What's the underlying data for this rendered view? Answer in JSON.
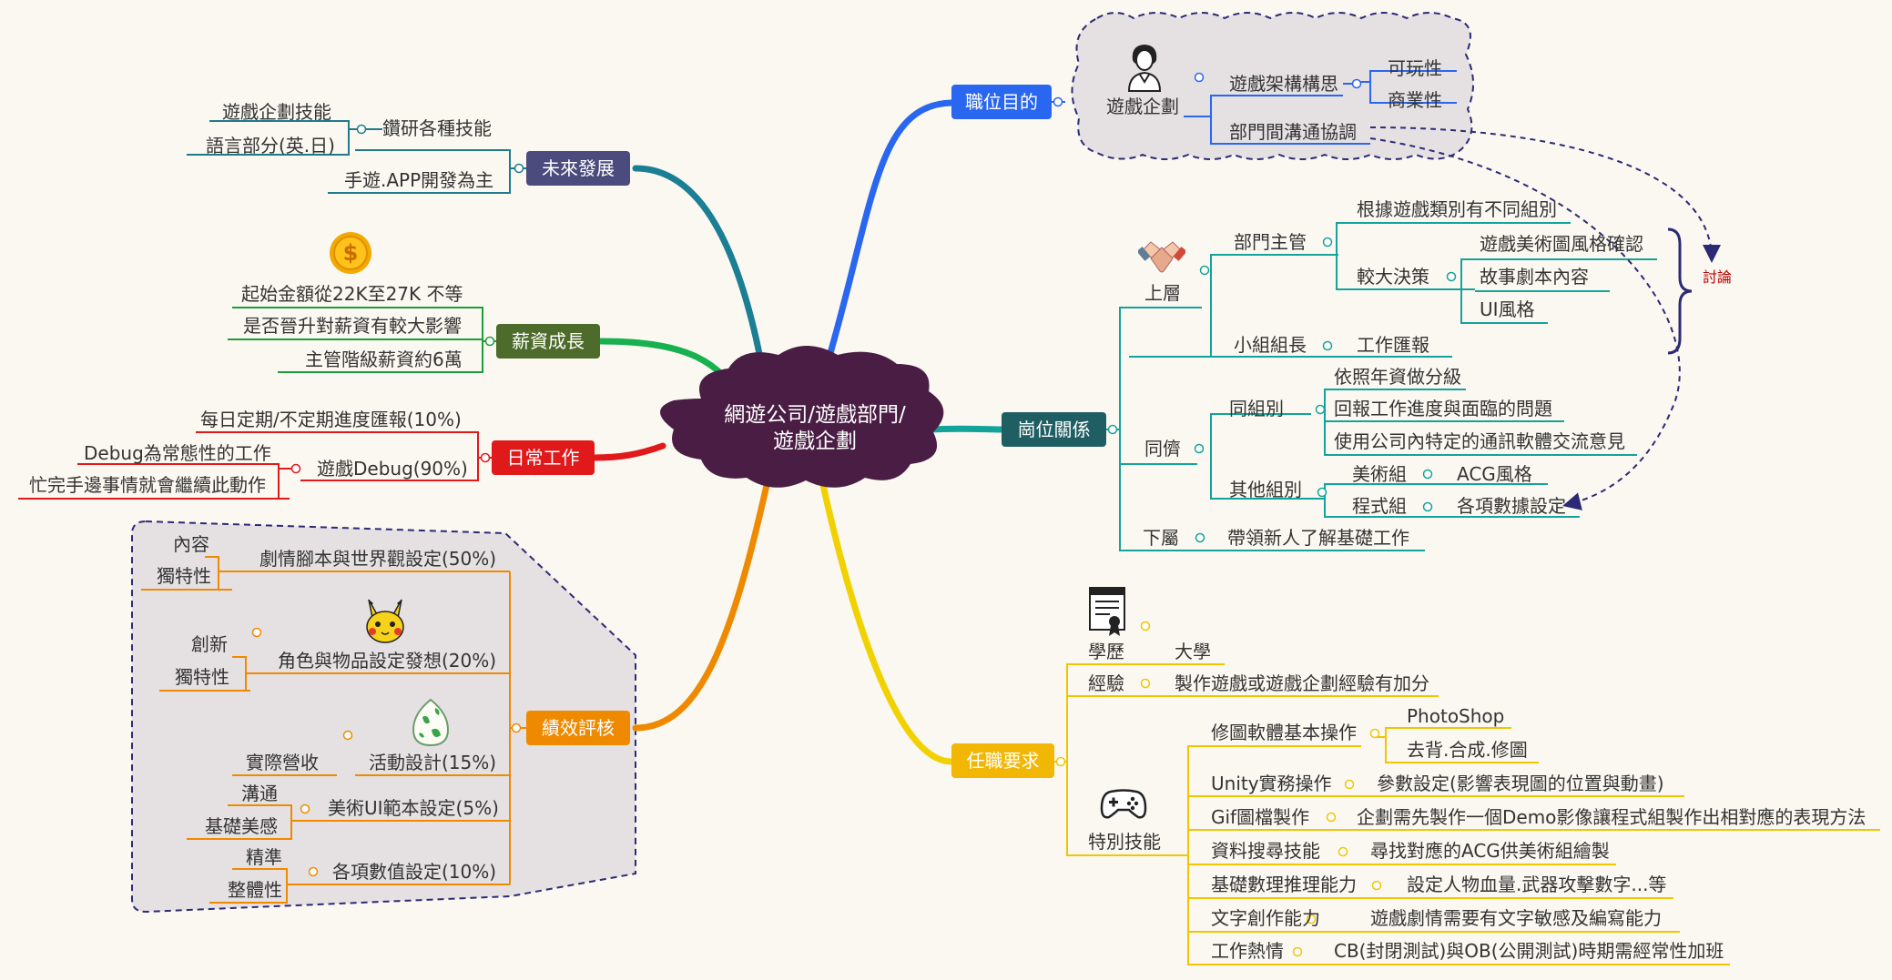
{
  "colors": {
    "background": "#fbf8f1",
    "central": "#4a1d44",
    "purpose": "#2a67f0",
    "future": "#2f6f8f",
    "salary": "#4d6b2a",
    "daily": "#e0191b",
    "performance": "#ef8a00",
    "relation": "#1f5f63",
    "relation_line": "#14a39a",
    "requirements": "#f2b705",
    "callout": "#2c2a76",
    "discuss": "#c00000"
  },
  "central": {
    "line1": "網遊公司/遊戲部門/",
    "line2": "遊戲企劃"
  },
  "purpose": {
    "title": "職位目的",
    "role": "遊戲企劃",
    "framework": "遊戲架構構思",
    "playability": "可玩性",
    "commercial": "商業性",
    "communication": "部門間溝通協調"
  },
  "future": {
    "title": "未來發展",
    "study": "鑽研各種技能",
    "skill_planning": "遊戲企劃技能",
    "skill_language": "語言部分(英.日)",
    "mobile": "手遊.APP開發為主"
  },
  "salary": {
    "title": "薪資成長",
    "start": "起始金額從22K至27K 不等",
    "promotion": "是否晉升對薪資有較大影響",
    "manager": "主管階級薪資約6萬"
  },
  "daily": {
    "title": "日常工作",
    "report": "每日定期/不定期進度匯報(10%)",
    "debug": "遊戲Debug(90%)",
    "debug_normal": "Debug為常態性的工作",
    "debug_repeat": "忙完手邊事情就會繼續此動作"
  },
  "performance": {
    "title": "績效評核",
    "story": "劇情腳本與世界觀設定(50%)",
    "story_content": "內容",
    "story_unique": "獨特性",
    "character": "角色與物品設定發想(20%)",
    "char_innovation": "創新",
    "char_unique": "獨特性",
    "event": "活動設計(15%)",
    "event_revenue": "實際營收",
    "art": "美術UI範本設定(5%)",
    "art_comm": "溝通",
    "art_aesthetic": "基礎美感",
    "numbers": "各項數值設定(10%)",
    "num_precise": "精準",
    "num_whole": "整體性"
  },
  "relation": {
    "title": "崗位關係",
    "upper": "上層",
    "dept_head": "部門主管",
    "groups_by_type": "根據遊戲類別有不同組別",
    "big_decisions": "較大決策",
    "art_style": "遊戲美術圖風格確認",
    "story_content": "故事劇本內容",
    "ui_style": "UI風格",
    "discuss": "討論",
    "team_lead": "小組組長",
    "work_report": "工作匯報",
    "peers": "同儕",
    "same_group": "同組別",
    "by_seniority": "依照年資做分級",
    "report_progress": "回報工作進度與面臨的問題",
    "messenger": "使用公司內特定的通訊軟體交流意見",
    "other_groups": "其他組別",
    "art_group": "美術組",
    "acg_style": "ACG風格",
    "program_group": "程式組",
    "data_settings": "各項數據設定",
    "lower": "下屬",
    "lead_newcomers": "帶領新人了解基礎工作"
  },
  "requirements": {
    "title": "任職要求",
    "education": "學歷",
    "university": "大學",
    "experience": "經驗",
    "exp_detail": "製作遊戲或遊戲企劃經驗有加分",
    "special": "特別技能",
    "photo_edit": "修圖軟體基本操作",
    "photoshop": "PhotoShop",
    "photo_tasks": "去背.合成.修圖",
    "unity": "Unity實務操作",
    "unity_detail": "參數設定(影響表現圖的位置與動畫)",
    "gif": "Gif圖檔製作",
    "gif_detail": "企劃需先製作一個Demo影像讓程式組製作出相對應的表現方法",
    "search": "資料搜尋技能",
    "search_detail": "尋找對應的ACG供美術組繪製",
    "math": "基礎數理推理能力",
    "math_detail": "設定人物血量.武器攻擊數字...等",
    "writing": "文字創作能力",
    "writing_detail": "遊戲劇情需要有文字敏感及編寫能力",
    "passion": "工作熱情",
    "passion_detail": "CB(封閉測試)與OB(公開測試)時期需經常性加班"
  },
  "icons": [
    "person-icon",
    "coin-icon",
    "pikachu-icon",
    "egg-icon",
    "handshake-icon",
    "certificate-icon",
    "gamepad-icon"
  ]
}
